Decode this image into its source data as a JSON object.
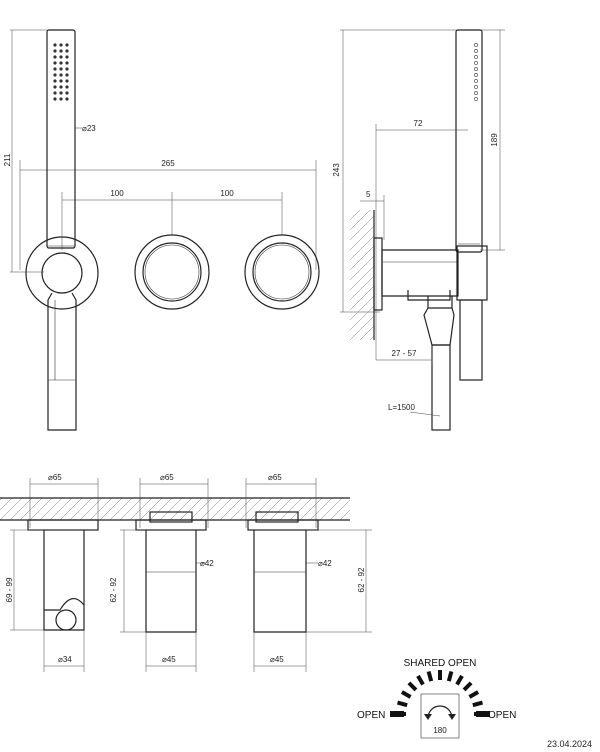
{
  "front_view": {
    "d_handshower": "23",
    "height": "211",
    "total_width": "265",
    "spacing_1": "100",
    "spacing_2": "100"
  },
  "side_view": {
    "projection": "72",
    "handshower_len": "189",
    "total_height": "243",
    "wall_gap": "5",
    "depth": "27 - 57",
    "hose": "L=1500"
  },
  "sections": [
    {
      "d_top": "65",
      "height": "69 - 99",
      "d_bottom": "34"
    },
    {
      "d_top": "65",
      "d_mid": "42",
      "height": "62 - 92",
      "d_bottom": "45"
    },
    {
      "d_top": "65",
      "d_mid": "42",
      "height": "62 - 92",
      "d_bottom": "45"
    }
  ],
  "diverter": {
    "label_top": "SHARED OPEN",
    "label_left": "OPEN",
    "label_right": "OPEN",
    "angle": "180"
  },
  "date": "23.04.2024"
}
